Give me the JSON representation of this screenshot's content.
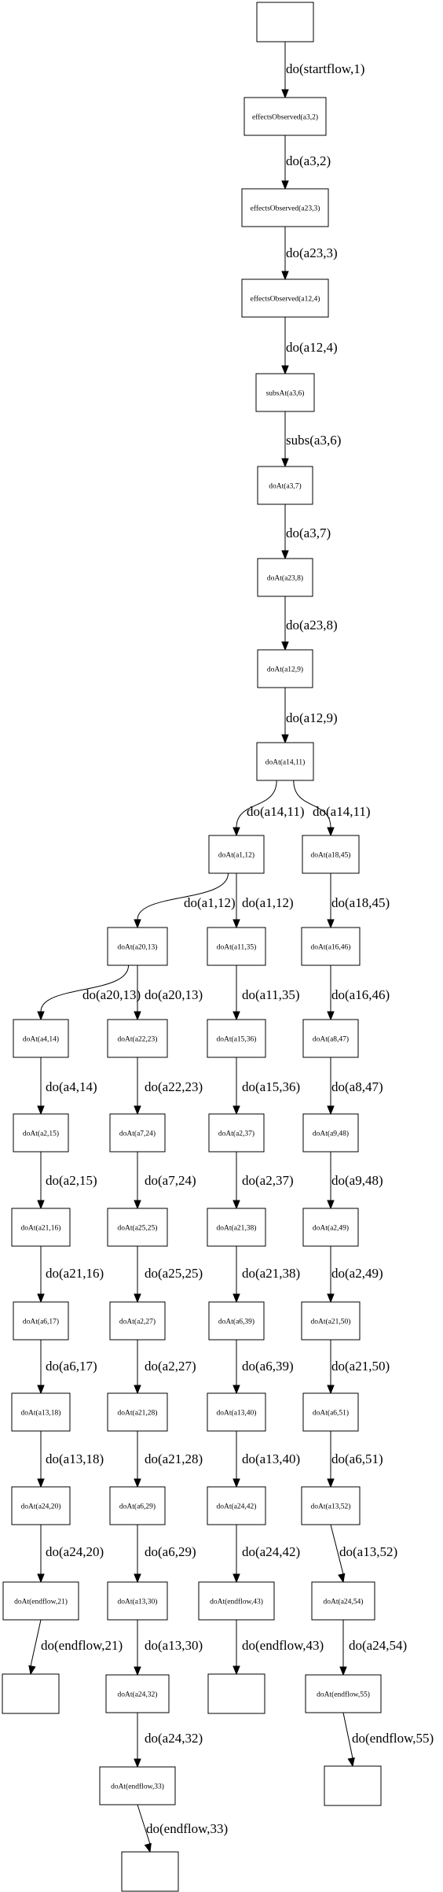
{
  "nodes": {
    "start": "",
    "n1": "effectsObserved(a3,2)",
    "n2": "effectsObserved(a23,3)",
    "n3": "effectsObserved(a12,4)",
    "n4": "subsAt(a3,6)",
    "n5": "doAt(a3,7)",
    "n6": "doAt(a23,8)",
    "n7": "doAt(a12,9)",
    "n8": "doAt(a14,11)",
    "n9": "doAt(a1,12)",
    "n10": "doAt(a18,45)",
    "n11": "doAt(a20,13)",
    "n12": "doAt(a11,35)",
    "n13": "doAt(a16,46)",
    "n14": "doAt(a4,14)",
    "n15": "doAt(a22,23)",
    "n16": "doAt(a15,36)",
    "n17": "doAt(a8,47)",
    "n18": "doAt(a2,15)",
    "n19": "doAt(a7,24)",
    "n20": "doAt(a2,37)",
    "n21": "doAt(a9,48)",
    "n22": "doAt(a21,16)",
    "n23": "doAt(a25,25)",
    "n24": "doAt(a21,38)",
    "n25": "doAt(a2,49)",
    "n26": "doAt(a6,17)",
    "n27": "doAt(a2,27)",
    "n28": "doAt(a6,39)",
    "n29": "doAt(a21,50)",
    "n30": "doAt(a13,18)",
    "n31": "doAt(a21,28)",
    "n32": "doAt(a13,40)",
    "n33": "doAt(a6,51)",
    "n34": "doAt(a24,20)",
    "n35": "doAt(a6,29)",
    "n36": "doAt(a24,42)",
    "n37": "doAt(a13,52)",
    "n38": "doAt(endflow,21)",
    "n39": "doAt(a13,30)",
    "n40": "doAt(endflow,43)",
    "n41": "doAt(a24,54)",
    "end1": "",
    "n42": "doAt(a24,32)",
    "end2": "",
    "n43": "doAt(endflow,55)",
    "n44": "doAt(endflow,33)",
    "end3": "",
    "end4": ""
  },
  "edges": [
    {
      "from": "start",
      "to": "n1",
      "label": "do(startflow,1)"
    },
    {
      "from": "n1",
      "to": "n2",
      "label": "do(a3,2)"
    },
    {
      "from": "n2",
      "to": "n3",
      "label": "do(a23,3)"
    },
    {
      "from": "n3",
      "to": "n4",
      "label": "do(a12,4)"
    },
    {
      "from": "n4",
      "to": "n5",
      "label": "subs(a3,6)"
    },
    {
      "from": "n5",
      "to": "n6",
      "label": "do(a3,7)"
    },
    {
      "from": "n6",
      "to": "n7",
      "label": "do(a23,8)"
    },
    {
      "from": "n7",
      "to": "n8",
      "label": "do(a12,9)"
    },
    {
      "from": "n8",
      "to": "n9",
      "label": "do(a14,11)"
    },
    {
      "from": "n8",
      "to": "n10",
      "label": "do(a14,11)"
    },
    {
      "from": "n9",
      "to": "n11",
      "label": "do(a1,12)"
    },
    {
      "from": "n9",
      "to": "n12",
      "label": "do(a1,12)"
    },
    {
      "from": "n10",
      "to": "n13",
      "label": "do(a18,45)"
    },
    {
      "from": "n11",
      "to": "n14",
      "label": "do(a20,13)"
    },
    {
      "from": "n11",
      "to": "n15",
      "label": "do(a20,13)"
    },
    {
      "from": "n12",
      "to": "n16",
      "label": "do(a11,35)"
    },
    {
      "from": "n13",
      "to": "n17",
      "label": "do(a16,46)"
    },
    {
      "from": "n14",
      "to": "n18",
      "label": "do(a4,14)"
    },
    {
      "from": "n15",
      "to": "n19",
      "label": "do(a22,23)"
    },
    {
      "from": "n16",
      "to": "n20",
      "label": "do(a15,36)"
    },
    {
      "from": "n17",
      "to": "n21",
      "label": "do(a8,47)"
    },
    {
      "from": "n18",
      "to": "n22",
      "label": "do(a2,15)"
    },
    {
      "from": "n19",
      "to": "n23",
      "label": "do(a7,24)"
    },
    {
      "from": "n20",
      "to": "n24",
      "label": "do(a2,37)"
    },
    {
      "from": "n21",
      "to": "n25",
      "label": "do(a9,48)"
    },
    {
      "from": "n22",
      "to": "n26",
      "label": "do(a21,16)"
    },
    {
      "from": "n23",
      "to": "n27",
      "label": "do(a25,25)"
    },
    {
      "from": "n24",
      "to": "n28",
      "label": "do(a21,38)"
    },
    {
      "from": "n25",
      "to": "n29",
      "label": "do(a2,49)"
    },
    {
      "from": "n26",
      "to": "n30",
      "label": "do(a6,17)"
    },
    {
      "from": "n27",
      "to": "n31",
      "label": "do(a2,27)"
    },
    {
      "from": "n28",
      "to": "n32",
      "label": "do(a6,39)"
    },
    {
      "from": "n29",
      "to": "n33",
      "label": "do(a21,50)"
    },
    {
      "from": "n30",
      "to": "n34",
      "label": "do(a13,18)"
    },
    {
      "from": "n31",
      "to": "n35",
      "label": "do(a21,28)"
    },
    {
      "from": "n32",
      "to": "n36",
      "label": "do(a13,40)"
    },
    {
      "from": "n33",
      "to": "n37",
      "label": "do(a6,51)"
    },
    {
      "from": "n34",
      "to": "n38",
      "label": "do(a24,20)"
    },
    {
      "from": "n35",
      "to": "n39",
      "label": "do(a6,29)"
    },
    {
      "from": "n36",
      "to": "n40",
      "label": "do(a24,42)"
    },
    {
      "from": "n37",
      "to": "n41",
      "label": "do(a13,52)"
    },
    {
      "from": "n38",
      "to": "end1",
      "label": "do(endflow,21)"
    },
    {
      "from": "n39",
      "to": "n42",
      "label": "do(a13,30)"
    },
    {
      "from": "n40",
      "to": "end2",
      "label": "do(endflow,43)"
    },
    {
      "from": "n41",
      "to": "n43",
      "label": "do(a24,54)"
    },
    {
      "from": "n42",
      "to": "n44",
      "label": "do(a24,32)"
    },
    {
      "from": "n43",
      "to": "end3",
      "label": "do(endflow,55)"
    },
    {
      "from": "n44",
      "to": "end4",
      "label": "do(endflow,33)"
    }
  ]
}
